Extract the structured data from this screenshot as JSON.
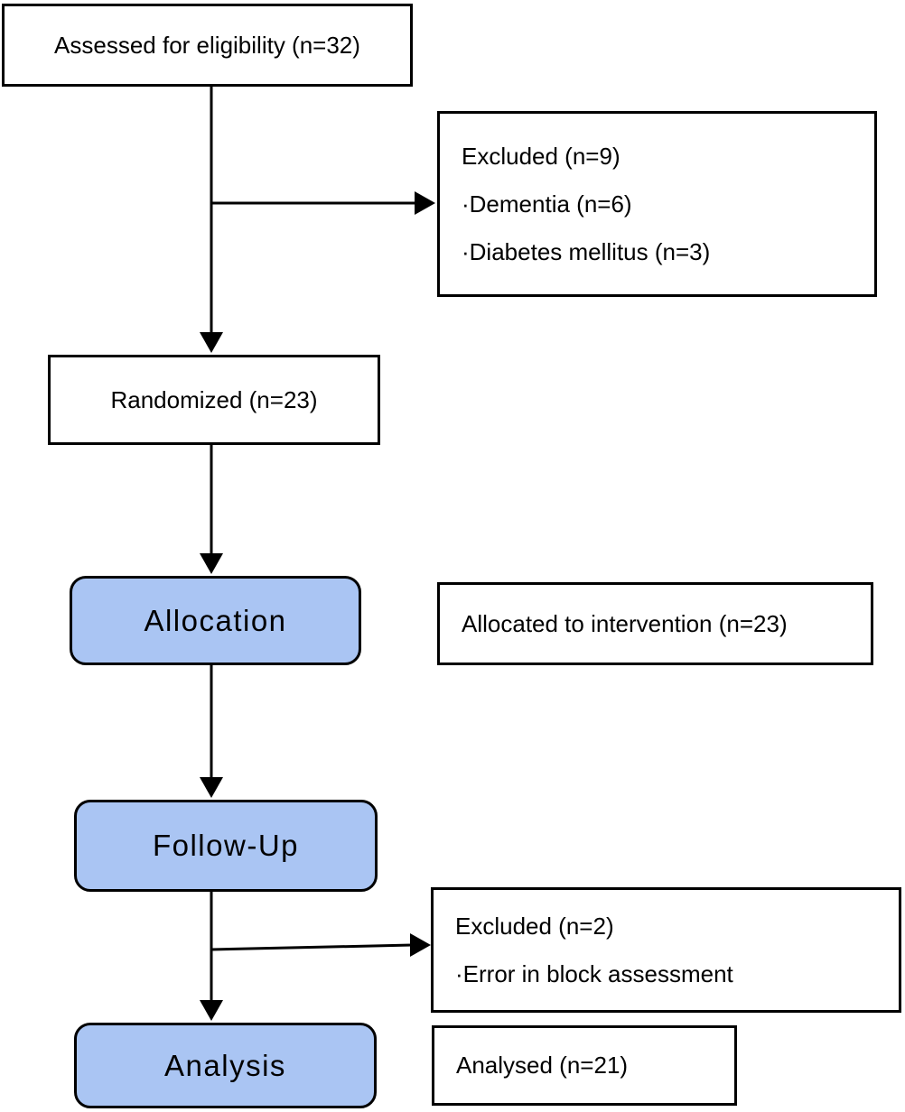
{
  "diagram": {
    "type": "participant-flow-diagram",
    "nodes": {
      "assessed": {
        "label": "Assessed for eligibility (n=32)"
      },
      "excluded_eligibility": {
        "title": "Excluded (n=9)",
        "items": [
          "·Dementia (n=6)",
          "·Diabetes mellitus (n=3)"
        ]
      },
      "randomized": {
        "label": "Randomized (n=23)"
      },
      "allocation_stage": {
        "label": "Allocation"
      },
      "allocated": {
        "label": "Allocated to intervention (n=23)"
      },
      "followup_stage": {
        "label": "Follow-Up"
      },
      "excluded_followup": {
        "title": "Excluded (n=2)",
        "items": [
          "·Error in block assessment"
        ]
      },
      "analysis_stage": {
        "label": "Analysis"
      },
      "analysed": {
        "label": "Analysed (n=21)"
      }
    },
    "colors": {
      "stage_fill": "#aac5f3",
      "box_fill": "#ffffff",
      "border": "#000000",
      "text": "#000000",
      "background": "#ffffff"
    }
  }
}
